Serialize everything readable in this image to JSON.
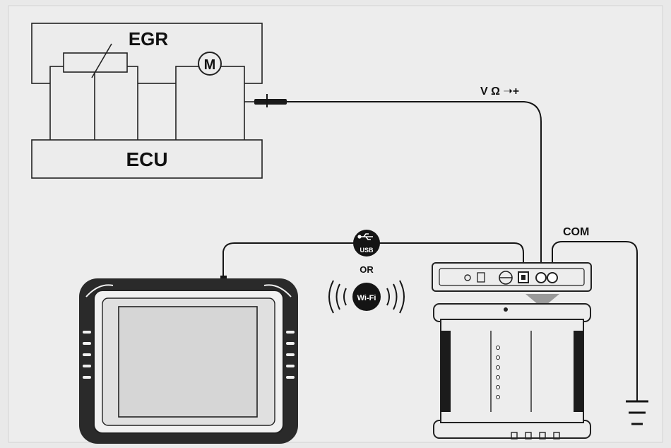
{
  "diagram": {
    "colors": {
      "line": "#151515",
      "background": "#e9e9e9",
      "fill": "#ececec",
      "dark": "#111111"
    },
    "egr": {
      "label": "EGR",
      "motor_label": "M"
    },
    "ecu": {
      "label": "ECU"
    },
    "probe": {
      "label": "V Ω ➝+"
    },
    "com": {
      "label": "COM"
    },
    "usb": {
      "label": "USB",
      "icon": "usb-icon"
    },
    "or_label": "OR",
    "wifi": {
      "label": "Wi-Fi",
      "icon": "wifi-icon"
    },
    "ground": {
      "icon": "ground-symbol-icon"
    }
  }
}
